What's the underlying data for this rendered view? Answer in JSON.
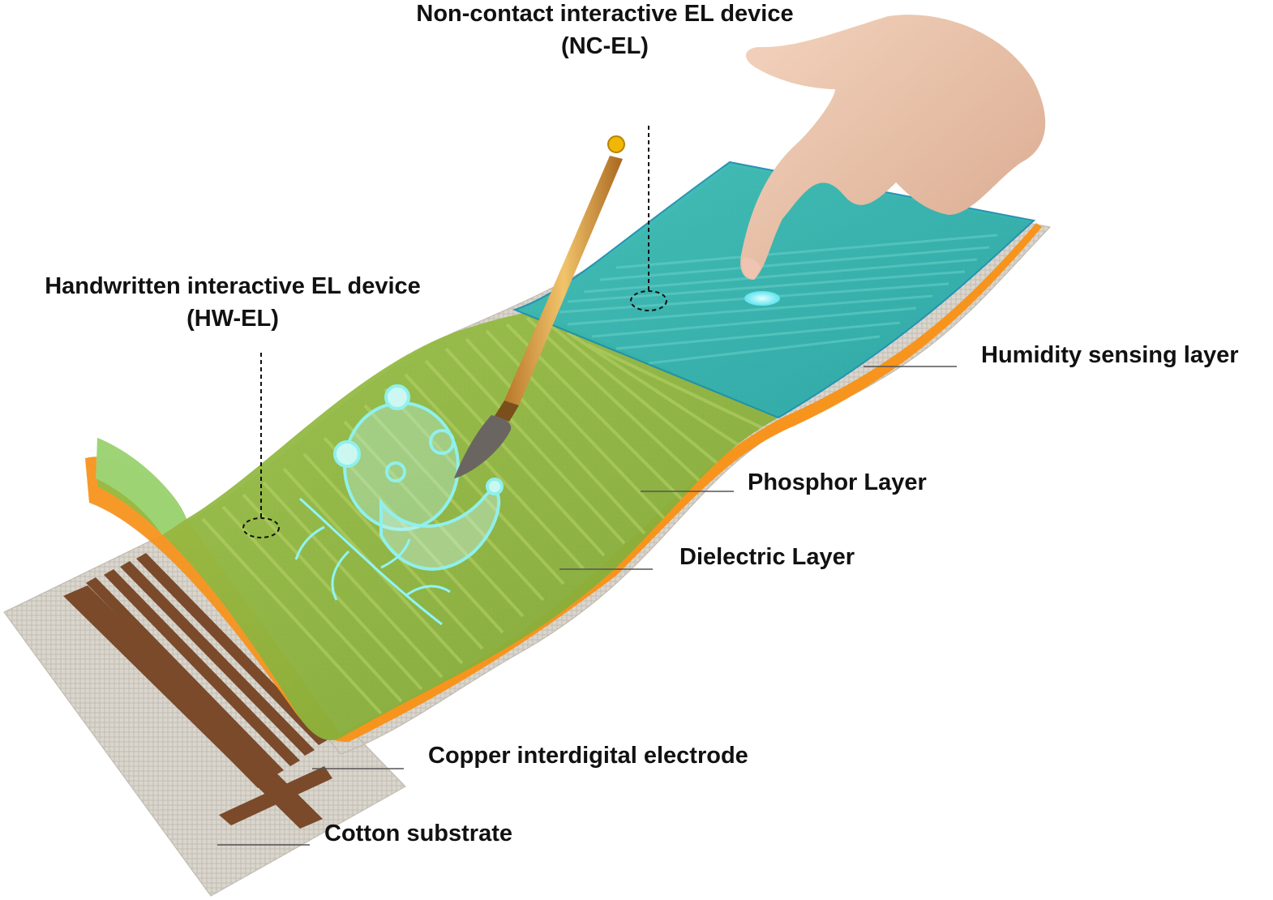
{
  "figure": {
    "nc_el": {
      "title": "Non-contact interactive EL device",
      "abbr": "(NC-EL)"
    },
    "hw_el": {
      "title": "Handwritten interactive EL device",
      "abbr": "(HW-EL)"
    },
    "layers": {
      "humidity": "Humidity sensing layer",
      "phosphor": "Phosphor Layer",
      "dielectric": "Dielectric Layer",
      "electrode": "Copper interdigital electrode",
      "substrate": "Cotton substrate"
    }
  },
  "colors": {
    "phosphor_green": "#8DB43C",
    "humidity_teal": "#2FB3AE",
    "dielectric_orange": "#F7941D",
    "copper_brown": "#7A4A2A",
    "cotton_gray": "#D8D4CC",
    "glow_cyan": "#7EF2F5",
    "leader_line": "#555555"
  },
  "icons": [
    "hand-icon",
    "brush-icon",
    "panda-drawing-icon",
    "bamboo-drawing-icon"
  ]
}
